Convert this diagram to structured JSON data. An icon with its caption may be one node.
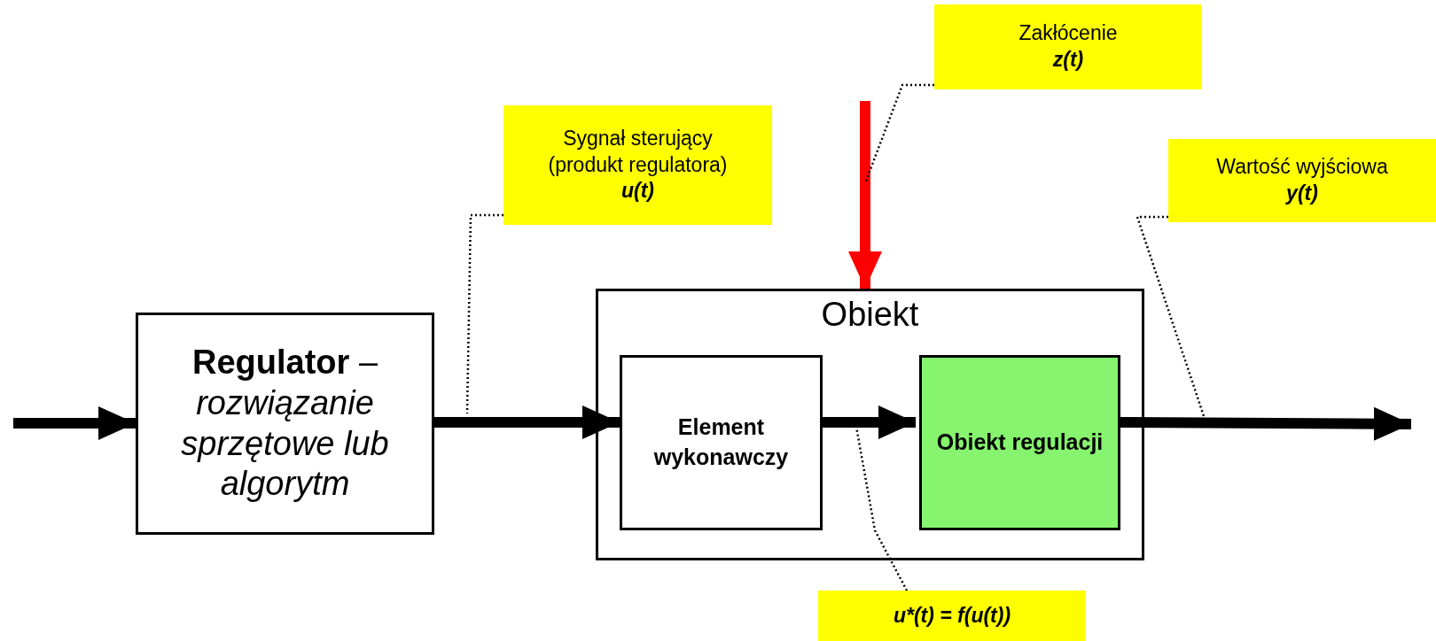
{
  "diagram": {
    "nodes": [
      {
        "text": [
          "**Regulator** – *rozwiązanie sprzętowe lub algorytm*"
        ]
      },
      {
        "text": [
          "Obiekt"
        ]
      },
      {
        "text": [
          "Element wykonawczy"
        ],
        "in": 1
      },
      {
        "text": [
          "Obiekt regulacji"
        ],
        "in": 1
      },
      {
        "text": [
          "Zakłócenie",
          "z(t)"
        ]
      },
      {
        "text": [
          "Sygnał sterujący (produkt regulatora)",
          "u(t)"
        ]
      },
      {
        "text": [
          "Wartość wyjściowa",
          "y(t)"
        ]
      },
      {
        "text": [
          "u*(t) = f(u(t))"
        ]
      }
    ],
    "edges": [
      {
        "from": null,
        "to": 0,
        "arrow": "to"
      },
      {
        "from": 0,
        "to": 2,
        "arrow": "to"
      },
      {
        "from": 2,
        "to": 3,
        "arrow": "to"
      },
      {
        "from": 3,
        "to": null,
        "arrow": "to"
      },
      {
        "from": null,
        "to": 1,
        "arrow": "to",
        "color": "#ff0000"
      },
      {
        "from": 5,
        "to": null,
        "arrow": "none",
        "style": "dashed"
      },
      {
        "from": 4,
        "to": null,
        "arrow": "none",
        "style": "dashed"
      },
      {
        "from": 6,
        "to": null,
        "arrow": "none",
        "style": "dashed"
      },
      {
        "from": 7,
        "to": null,
        "arrow": "none",
        "style": "dashed"
      }
    ]
  }
}
